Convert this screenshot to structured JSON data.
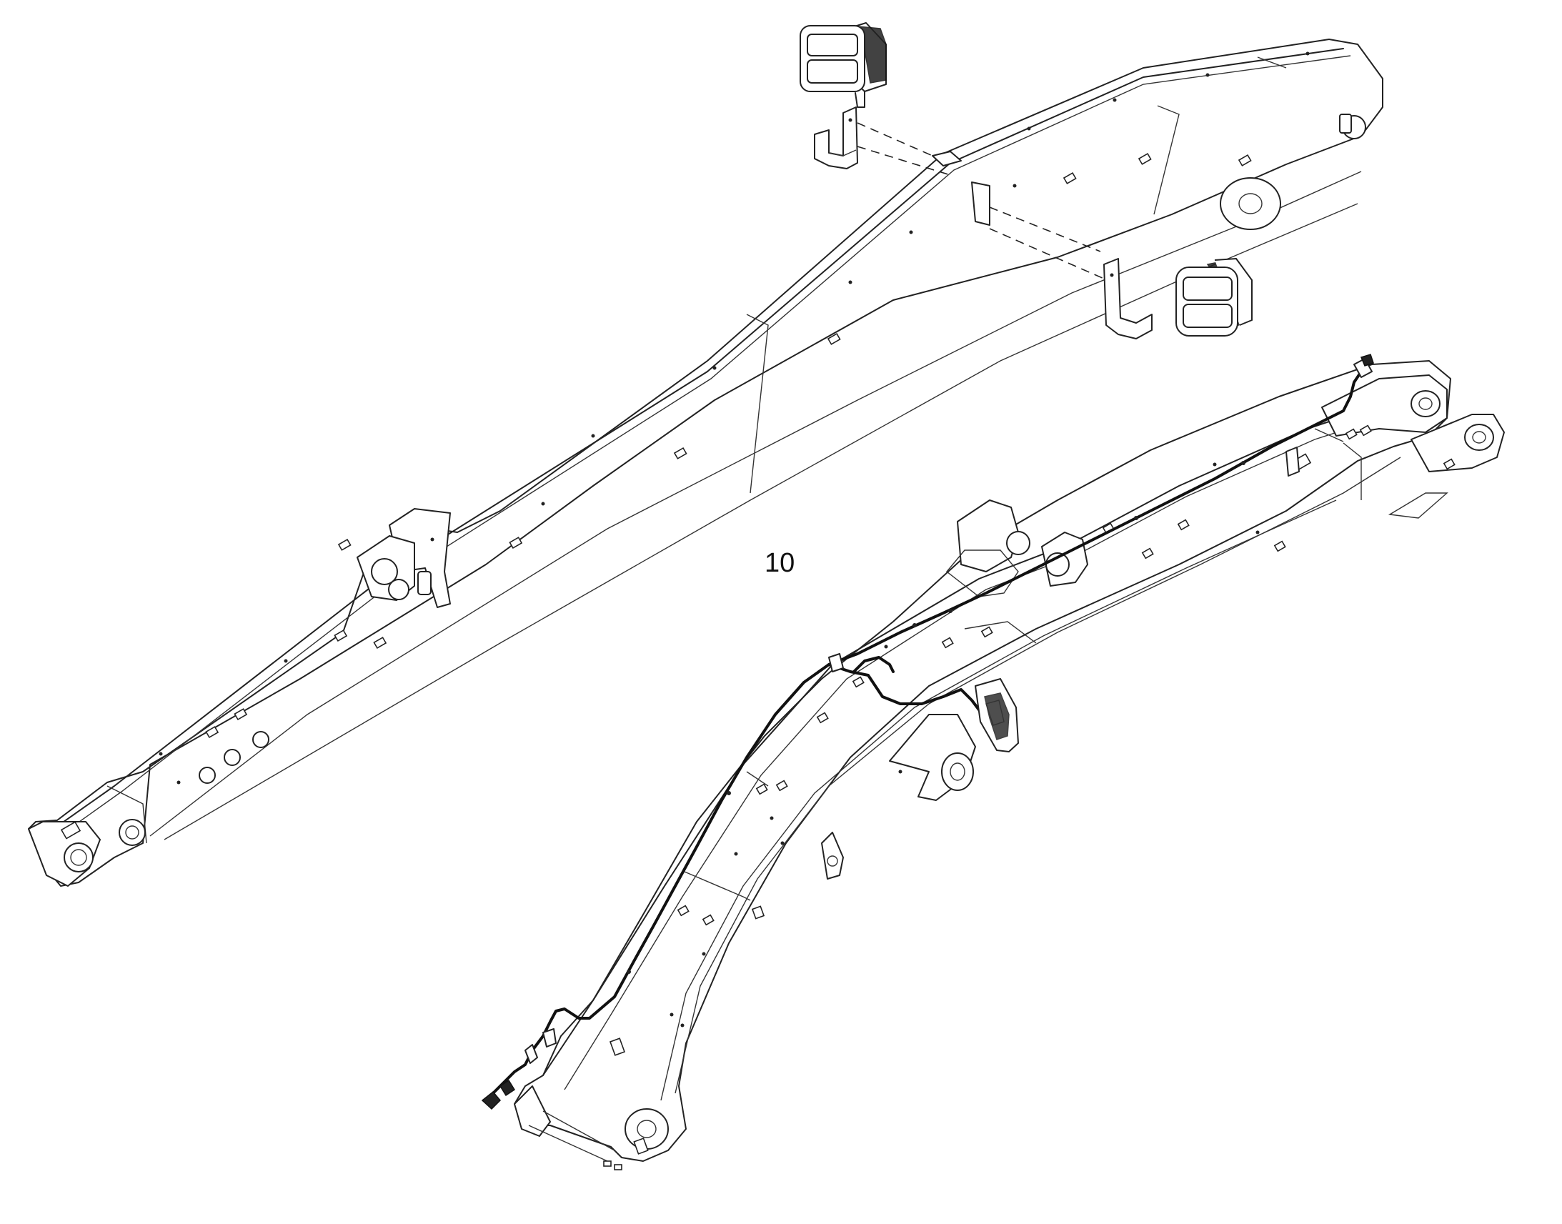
{
  "callouts": [
    {
      "label": "10"
    }
  ],
  "components": {
    "upper_boom": "boom",
    "lower_boom": "boom",
    "work_lights": [
      "work-light",
      "work-light"
    ],
    "brackets": [
      "light-bracket",
      "light-bracket"
    ],
    "harness": "wire-harness"
  }
}
